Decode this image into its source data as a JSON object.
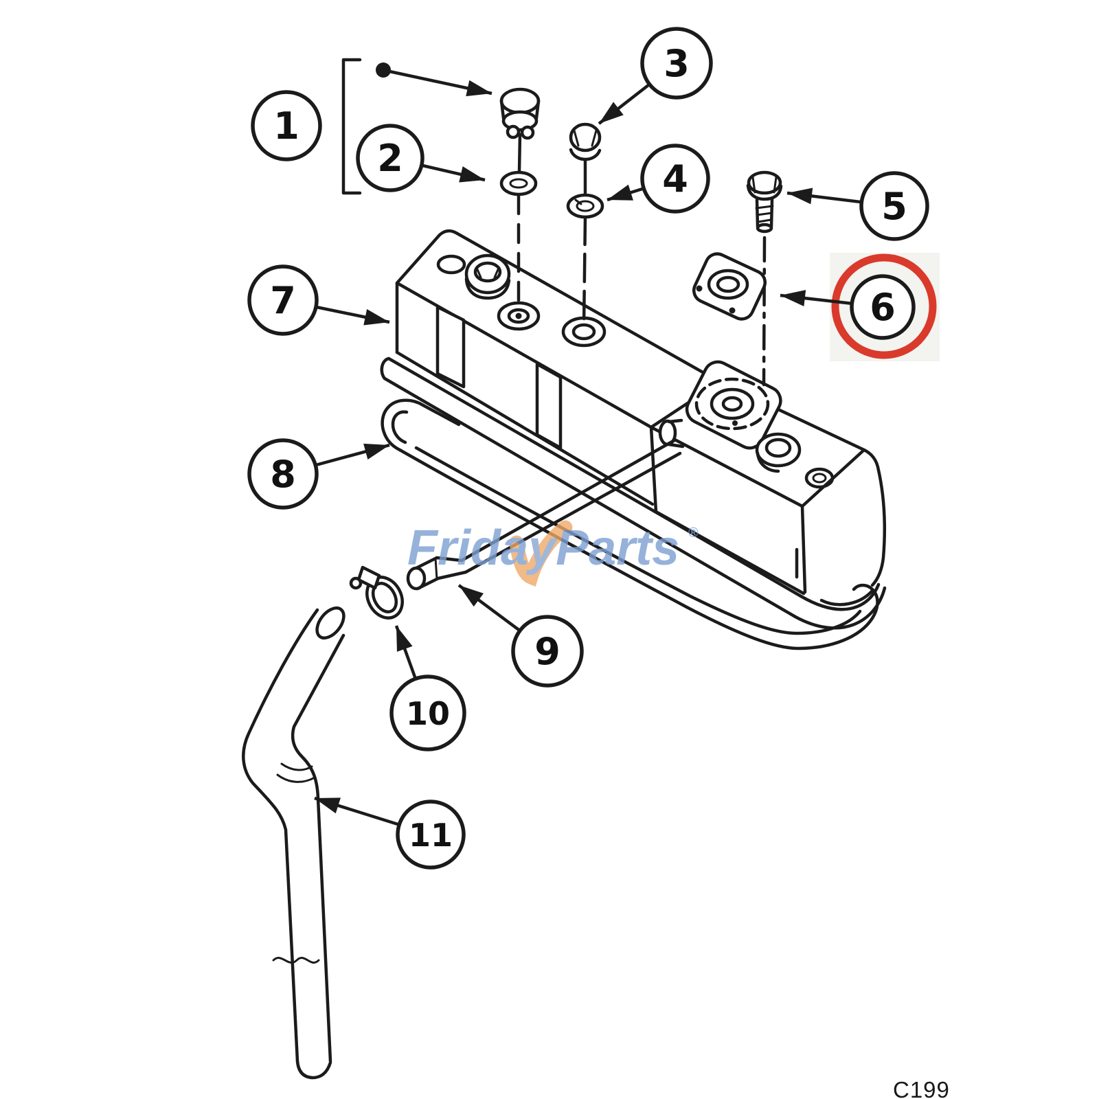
{
  "figure": {
    "code": "C199"
  },
  "watermark": {
    "text_prefix": "Frida",
    "text_y": "y",
    "text_suffix": "Parts",
    "registered": "®",
    "blue_color": "#7da0d2",
    "orange_color": "#f0a968"
  },
  "highlight": {
    "item": "6",
    "ring_color": "#d93a2b"
  },
  "callouts": [
    {
      "label": "1"
    },
    {
      "label": "2"
    },
    {
      "label": "3"
    },
    {
      "label": "4"
    },
    {
      "label": "5"
    },
    {
      "label": "6"
    },
    {
      "label": "7"
    },
    {
      "label": "8"
    },
    {
      "label": "9"
    },
    {
      "label": "10"
    },
    {
      "label": "11"
    }
  ]
}
